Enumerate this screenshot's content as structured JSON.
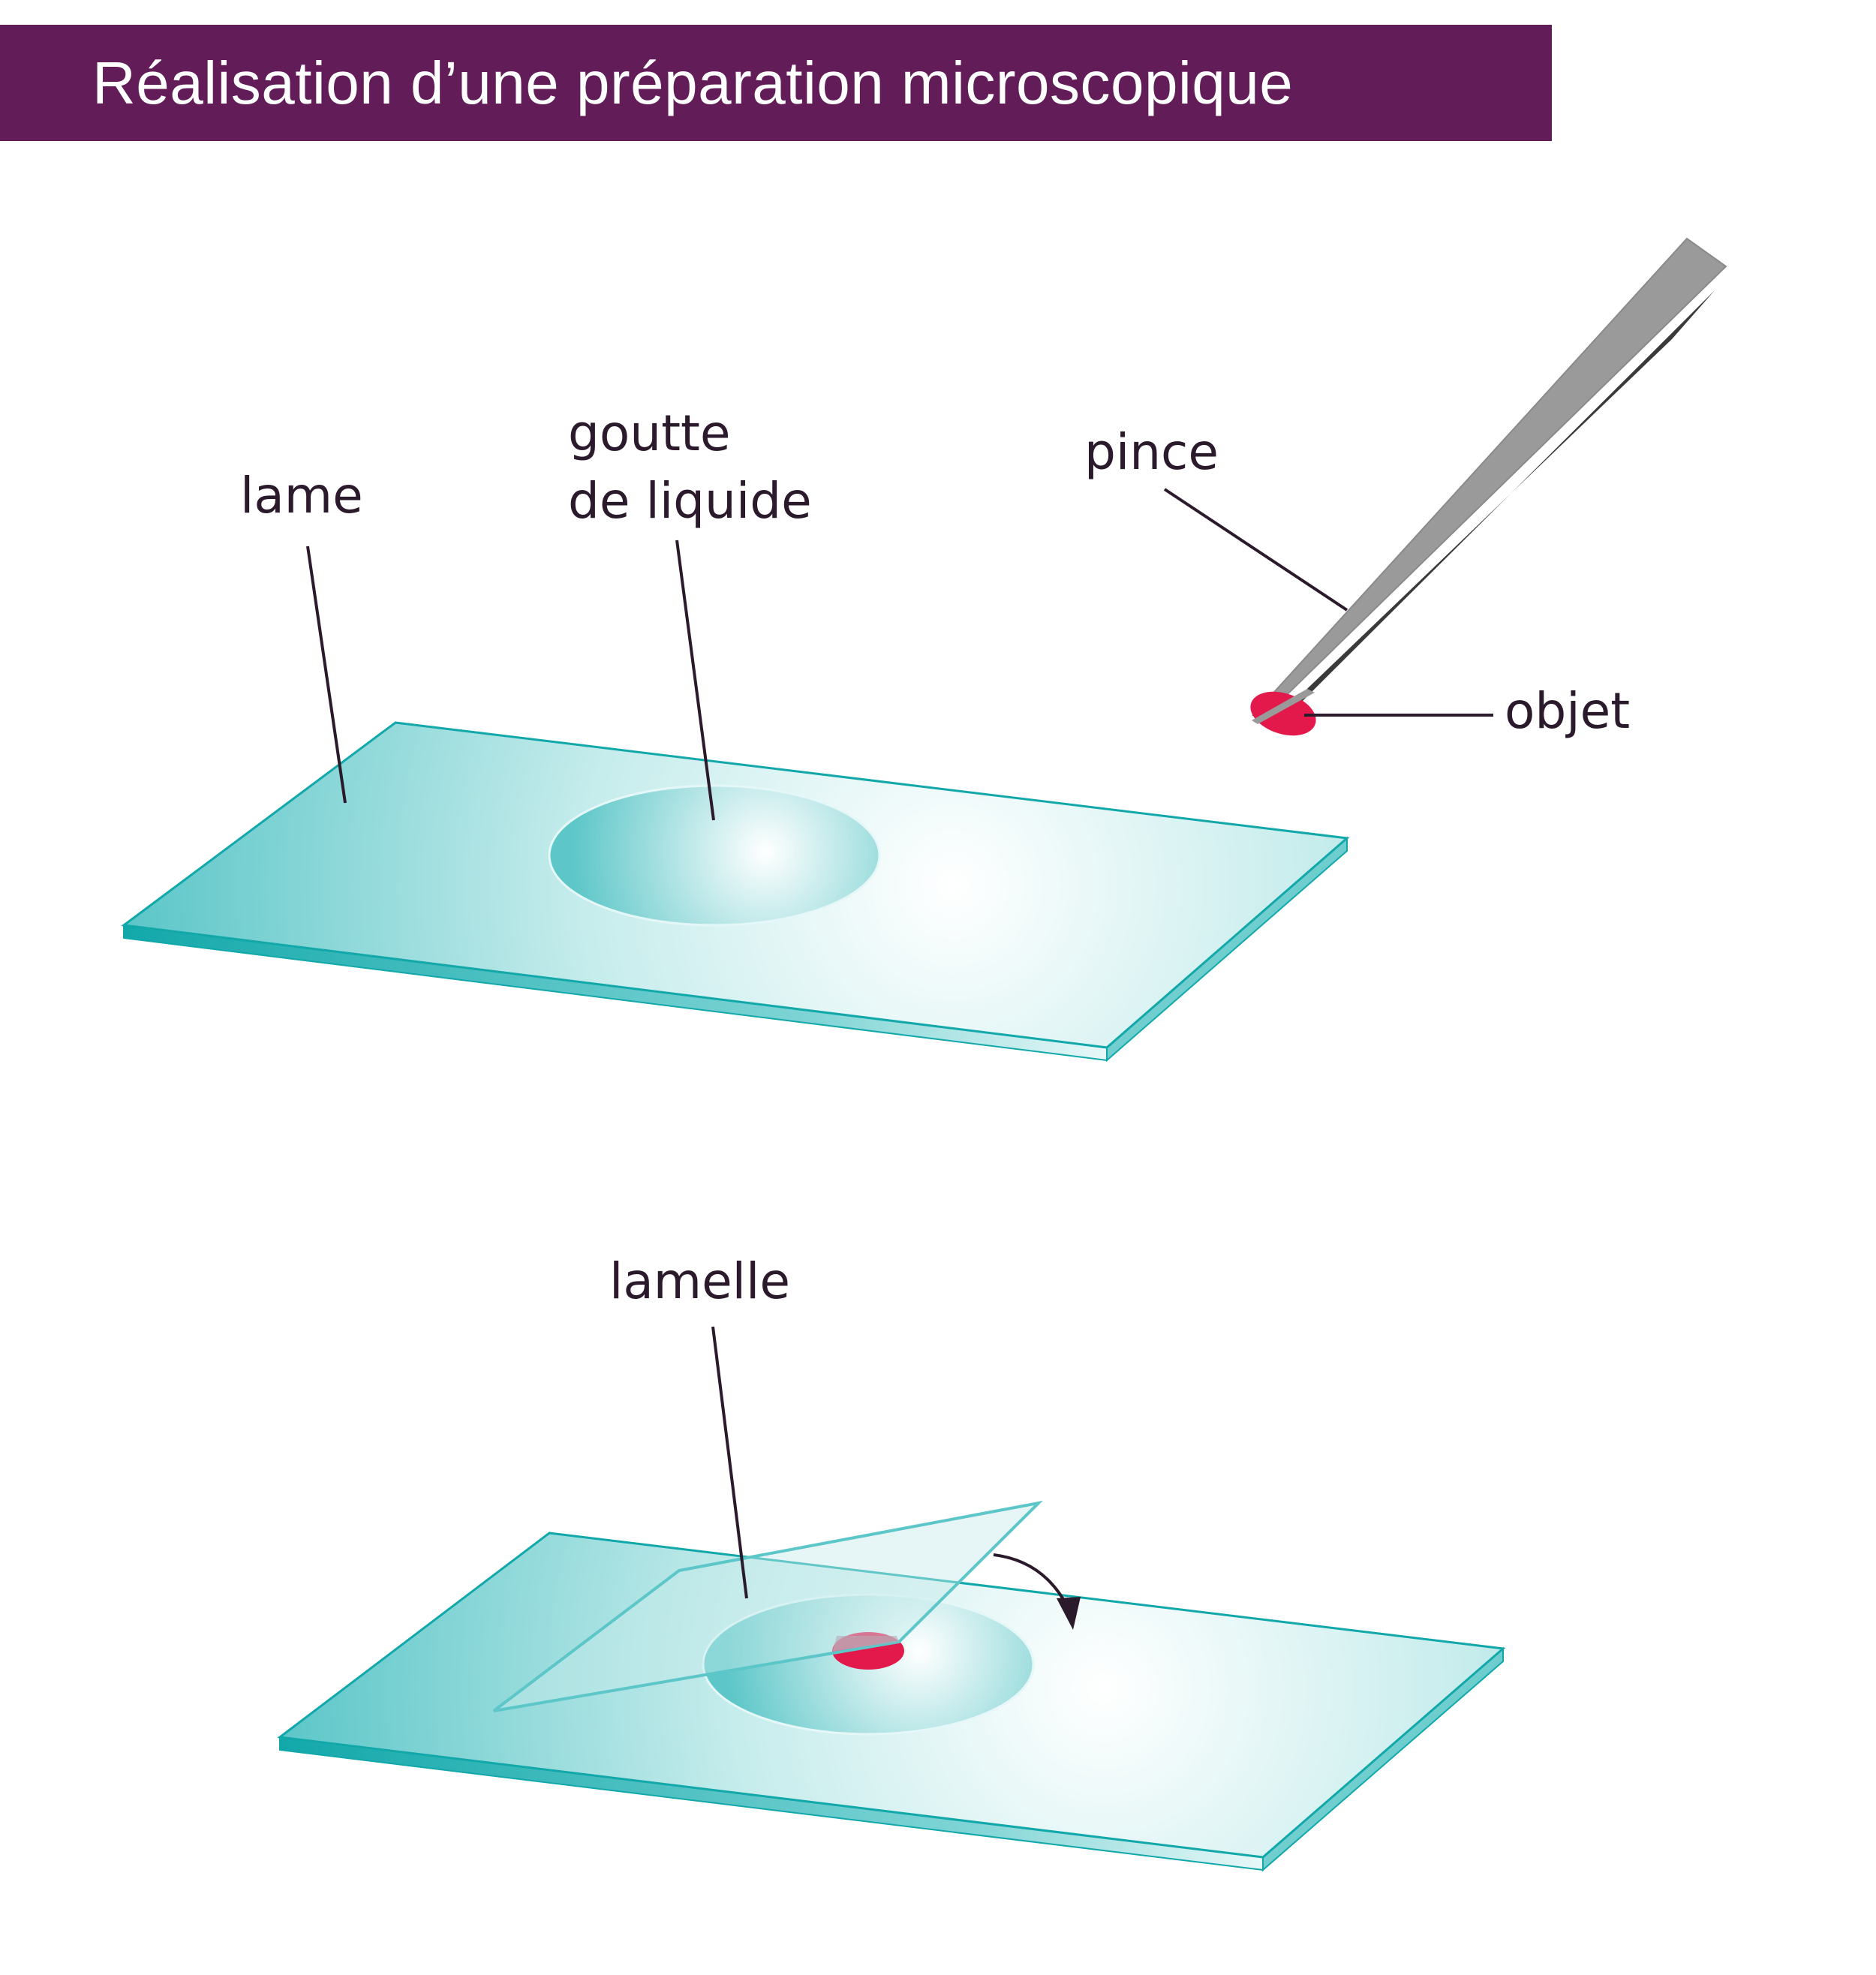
{
  "title": "Réalisation d’une préparation microscopique",
  "labels": {
    "lame": "lame",
    "goutte_line1": "goutte",
    "goutte_line2": "de liquide",
    "pince": "pince",
    "objet": "objet",
    "lamelle": "lamelle"
  },
  "colors": {
    "title_bg": "#621d59",
    "glass": "#5cc6c8",
    "glass_edge": "#12a8aa",
    "object": "#e3194b",
    "forceps": "#9a9a9a",
    "text": "#2b1a2b"
  }
}
